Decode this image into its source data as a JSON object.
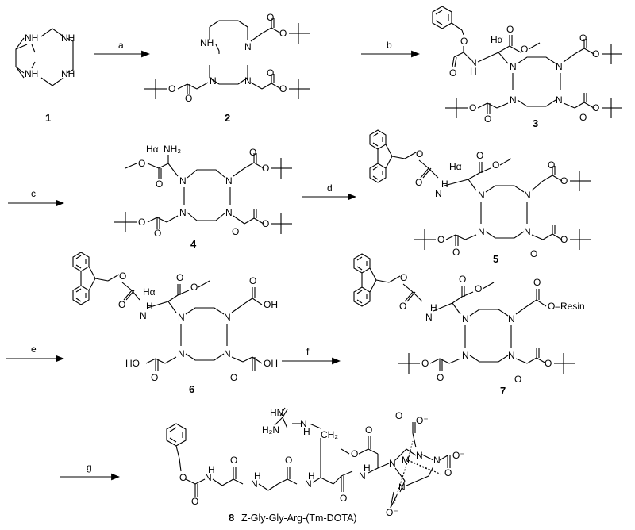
{
  "scheme": {
    "reactions": [
      {
        "label": "a"
      },
      {
        "label": "b"
      },
      {
        "label": "c"
      },
      {
        "label": "d"
      },
      {
        "label": "e"
      },
      {
        "label": "f"
      },
      {
        "label": "g"
      }
    ],
    "compounds": [
      {
        "number": "1"
      },
      {
        "number": "2"
      },
      {
        "number": "3"
      },
      {
        "number": "4"
      },
      {
        "number": "5"
      },
      {
        "number": "6"
      },
      {
        "number": "7"
      },
      {
        "number": "8"
      }
    ],
    "final_product_name": "Z-Gly-Gly-Arg-(Tm-DOTA)",
    "atoms": {
      "NH": "NH",
      "N": "N",
      "H": "H",
      "O": "O",
      "OH": "OH",
      "HO": "HO",
      "HN": "HN",
      "NH2": "NH2",
      "H2N": "H2N",
      "HNeq": "HN",
      "Ha": "Hα",
      "Hah": "Hα",
      "NH2sub": "NH₂",
      "H2Nsub": "H₂N",
      "ORes": "O–Resin",
      "M": "M",
      "Om": "O⁻",
      "CH2": "CH₂",
      "N_Hlink": "N",
      "Hsub": "H"
    }
  }
}
